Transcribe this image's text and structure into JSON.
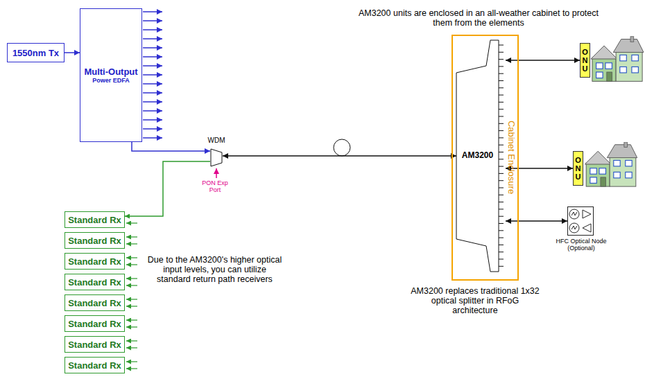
{
  "diagram": {
    "nodes": [
      {
        "text": [
          "1550nm Tx"
        ]
      },
      {
        "text": [
          "Multi-Output",
          "Power EDFA"
        ]
      },
      {
        "text": [
          "WDM"
        ]
      },
      {
        "text": [
          "Cabinet Enclosure"
        ]
      },
      {
        "text": [
          "AM3200"
        ],
        "in": 3
      },
      {
        "text": [
          "ONU"
        ]
      },
      {
        "text": [
          "ONU"
        ]
      },
      {
        "text": [
          "HFC Optical Node (Optional)"
        ]
      },
      {
        "text": [
          "Standard Rx"
        ]
      },
      {
        "text": [
          "Standard Rx"
        ]
      },
      {
        "text": [
          "Standard Rx"
        ]
      },
      {
        "text": [
          "Standard Rx"
        ]
      },
      {
        "text": [
          "Standard Rx"
        ]
      },
      {
        "text": [
          "Standard Rx"
        ]
      },
      {
        "text": [
          "Standard Rx"
        ]
      },
      {
        "text": [
          "Standard Rx"
        ]
      }
    ],
    "edges": [
      {
        "from": 0,
        "to": 1,
        "arrow": "to"
      },
      {
        "from": 1,
        "to": 2,
        "arrow": "to"
      },
      {
        "from": 2,
        "to": 4,
        "arrow": "both"
      },
      {
        "from": 2,
        "to": 8,
        "arrow": "to"
      },
      {
        "from": 4,
        "to": 5,
        "arrow": "both"
      },
      {
        "from": 4,
        "to": 6,
        "arrow": "both"
      },
      {
        "from": 4,
        "to": 7,
        "arrow": "both"
      }
    ],
    "labels": [
      "AM3200 units are enclosed in an all-weather cabinet to protect them from the elements",
      "PON Exp Port",
      "Due to the AM3200's higher optical input levels, you can utilize standard return path receivers",
      "AM3200 replaces traditional 1x32 optical splitter in RFoG architecture"
    ]
  }
}
